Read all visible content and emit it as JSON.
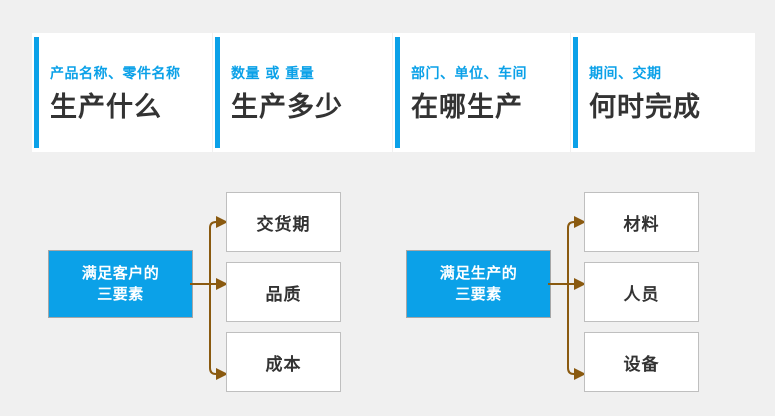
{
  "background_color": "#f0f0f0",
  "accent_color": "#0ba1e8",
  "connector_color": "#8a5a10",
  "header": {
    "cards": [
      {
        "id": "what-to-produce",
        "subtitle": "产品名称、零件名称",
        "title": "生产什么"
      },
      {
        "id": "how-much-to-produce",
        "subtitle": "数量 或 重量",
        "title": "生产多少"
      },
      {
        "id": "where-to-produce",
        "subtitle": "部门、单位、车间",
        "title": "在哪生产"
      },
      {
        "id": "when-to-complete",
        "subtitle": "期间、交期",
        "title": "何时完成"
      }
    ]
  },
  "diagram": {
    "groups": [
      {
        "id": "customer",
        "source_label": "满足客户的\n三要素",
        "source_line1": "满足客户的",
        "source_line2": "三要素",
        "targets": [
          "交货期",
          "品质",
          "成本"
        ]
      },
      {
        "id": "production",
        "source_label": "满足生产的\n三要素",
        "source_line1": "满足生产的",
        "source_line2": "三要素",
        "targets": [
          "材料",
          "人员",
          "设备"
        ]
      }
    ]
  }
}
